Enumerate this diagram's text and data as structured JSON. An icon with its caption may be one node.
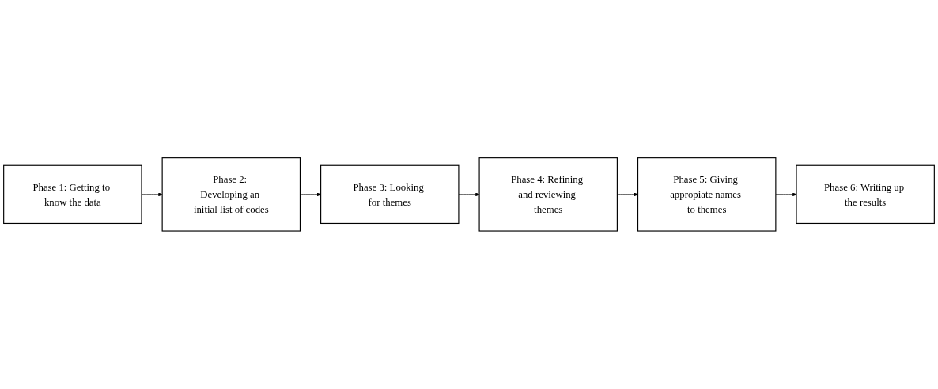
{
  "diagram": {
    "nodes": [
      {
        "text": [
          "Phase 1: Getting to know the data"
        ]
      },
      {
        "text": [
          "Phase 2: Developing an initial list of codes"
        ]
      },
      {
        "text": [
          "Phase 3: Looking for themes"
        ]
      },
      {
        "text": [
          "Phase 4: Refining and reviewing themes"
        ]
      },
      {
        "text": [
          "Phase 5: Giving appropiate names to themes"
        ]
      },
      {
        "text": [
          "Phase 6: Writing up the results"
        ]
      }
    ],
    "edges": [
      {
        "from": 0,
        "to": 1,
        "arrow": "to"
      },
      {
        "from": 1,
        "to": 2,
        "arrow": "to"
      },
      {
        "from": 2,
        "to": 3,
        "arrow": "to"
      },
      {
        "from": 3,
        "to": 4,
        "arrow": "to"
      },
      {
        "from": 4,
        "to": 5,
        "arrow": "to"
      }
    ]
  }
}
